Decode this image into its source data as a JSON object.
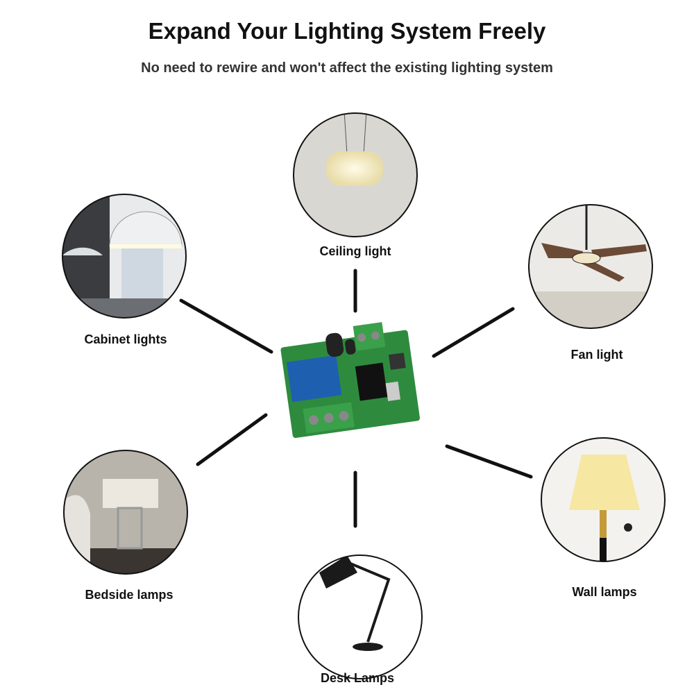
{
  "header": {
    "title": "Expand Your Lighting System Freely",
    "subtitle": "No need to rewire and won't affect the existing lighting system"
  },
  "items": [
    {
      "label": "Ceiling light",
      "icon": "ceiling-light-photo"
    },
    {
      "label": "Cabinet lights",
      "icon": "cabinet-lights-photo"
    },
    {
      "label": "Fan light",
      "icon": "fan-light-photo"
    },
    {
      "label": "Bedside lamps",
      "icon": "bedside-lamp-photo"
    },
    {
      "label": "Wall lamps",
      "icon": "wall-lamp-photo"
    },
    {
      "label": "Desk Lamps",
      "icon": "desk-lamp-photo"
    }
  ],
  "center": {
    "icon": "relay-module-board"
  },
  "colors": {
    "pcb": "#2e8b3e",
    "relay": "#1f5fb0",
    "terminal": "#3aa04a",
    "line": "#111111"
  }
}
